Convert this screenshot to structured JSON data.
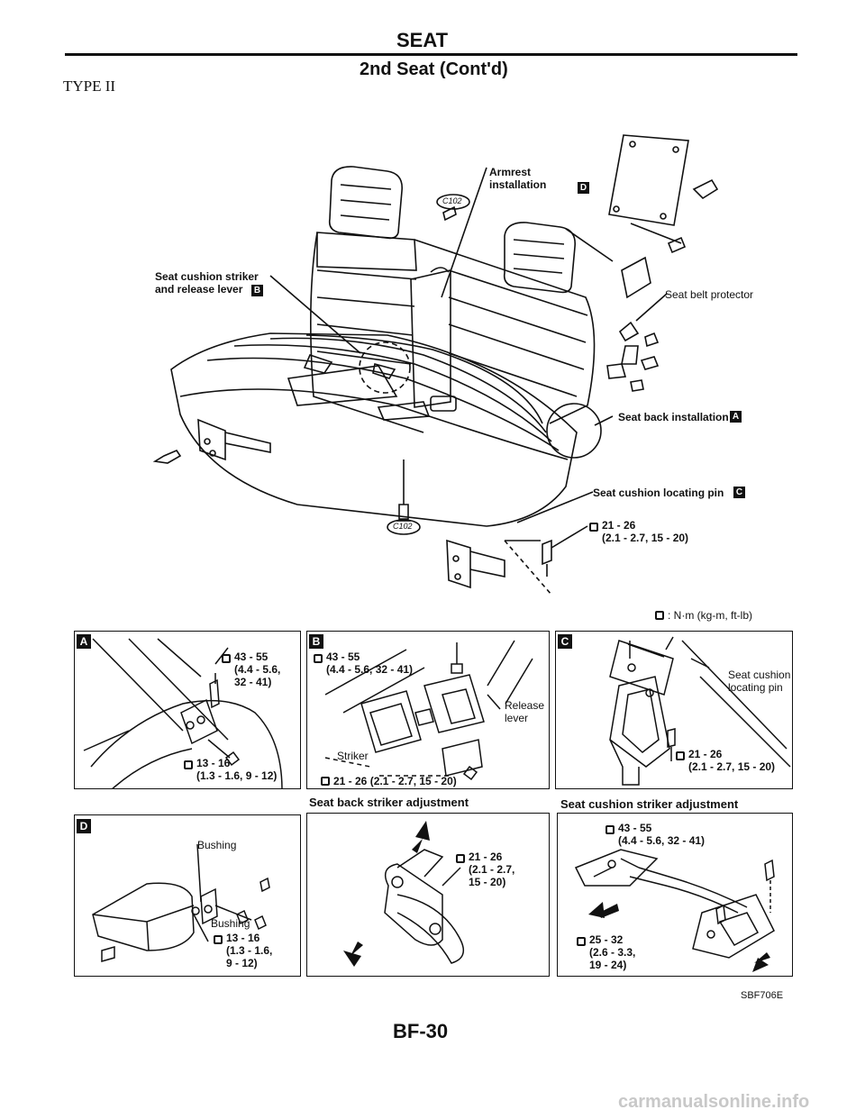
{
  "header": {
    "section_title": "SEAT",
    "subtitle": "2nd Seat (Cont'd)",
    "type_label": "TYPE II"
  },
  "main_callouts": {
    "armrest": "Armrest\ninstallation",
    "armrest_badge": "D",
    "striker": "Seat cushion striker\nand release lever",
    "striker_badge": "B",
    "belt_protector": "Seat belt protector",
    "seat_back": "Seat back installation",
    "seat_back_badge": "A",
    "locating_pin": "Seat cushion locating pin",
    "locating_pin_badge": "C",
    "torque_main": "21 - 26\n(2.1 - 2.7, 15 - 20)",
    "connector_top": "C102",
    "connector_bottom": "C102",
    "units_legend": ": N·m (kg-m, ft-lb)"
  },
  "panel_a": {
    "badge": "A",
    "torque_top": "43 - 55\n(4.4 - 5.6,\n32 - 41)",
    "torque_bottom": "13 - 16\n(1.3 - 1.6, 9 - 12)"
  },
  "panel_b": {
    "badge": "B",
    "torque_top": "43 - 55\n(4.4 - 5.6, 32 - 41)",
    "release_lever": "Release\nlever",
    "striker": "Striker",
    "torque_bottom": "21 - 26 (2.1 - 2.7, 15 - 20)"
  },
  "panel_c": {
    "badge": "C",
    "locating_pin": "Seat cushion\nlocating pin",
    "torque": "21 - 26\n(2.1 - 2.7, 15 - 20)"
  },
  "panel_d": {
    "badge": "D",
    "bushing_top": "Bushing",
    "bushing_bottom": "Bushing",
    "torque": "13 - 16\n(1.3 - 1.6,\n9 - 12)"
  },
  "panel_back_striker": {
    "heading": "Seat back striker adjustment",
    "torque": "21 - 26\n(2.1 - 2.7,\n15 - 20)"
  },
  "panel_cushion_striker": {
    "heading": "Seat cushion striker adjustment",
    "torque_top": "43 - 55\n(4.4 - 5.6, 32 - 41)",
    "torque_bottom": "25 - 32\n(2.6 - 3.3,\n19 - 24)"
  },
  "footer": {
    "figure_code": "SBF706E",
    "page_number": "BF-30",
    "watermark": "carmanualsonline.info"
  }
}
